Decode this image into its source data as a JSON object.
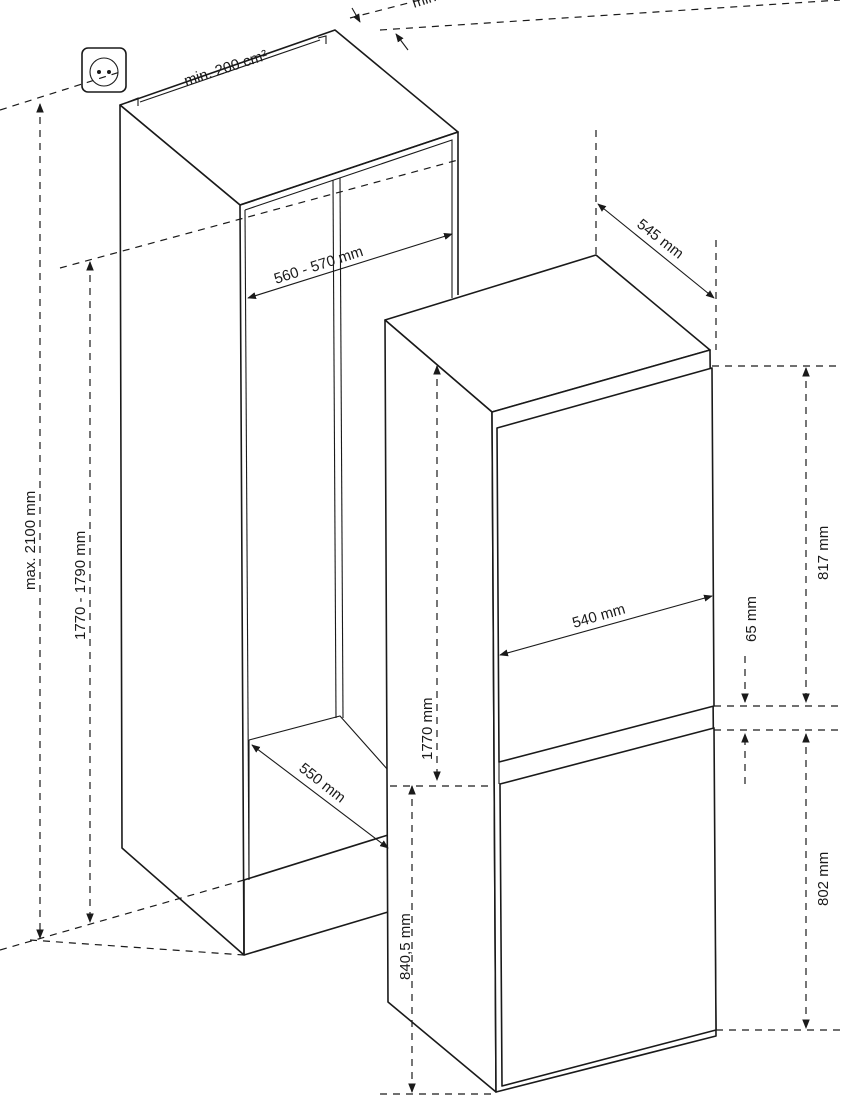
{
  "diagram": {
    "dimensions": {
      "vent": "min. 200 cm²",
      "vent_top": "min.",
      "niche_width": "560 - 570 mm",
      "niche_depth": "550 mm",
      "niche_height": "1770 - 1790 mm",
      "max_height": "max. 2100 mm",
      "appliance_depth": "545 mm",
      "appliance_width": "540 mm",
      "appliance_height": "1770 mm",
      "upper_door": "817 mm",
      "gap": "65 mm",
      "lower_door": "802 mm",
      "lower_section": "840,5 mm"
    }
  }
}
